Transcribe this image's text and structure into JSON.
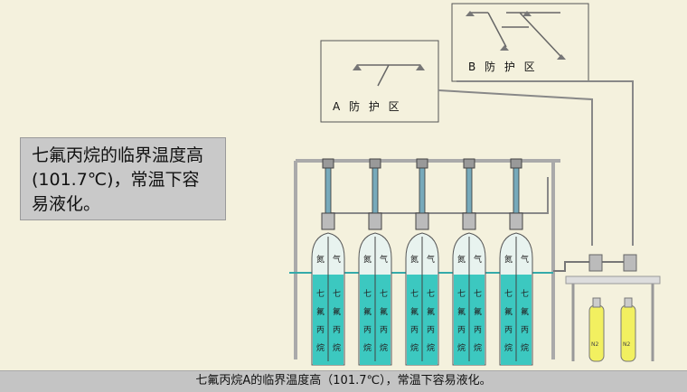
{
  "info_text": "七氟丙烷的临界温度高(101.7℃)，常温下容易液化。",
  "caption_text": "七氟丙烷A的临界温度高（101.7℃），常温下容易液化。",
  "zone_a_label": "A 防 护 区",
  "zone_b_label": "B 防 护 区",
  "cylinder_gas_label": [
    "氮",
    "气"
  ],
  "cylinder_agent_label": [
    "七",
    "氟",
    "丙",
    "烷"
  ],
  "n2_label": "N2",
  "cylinder_count": 5,
  "colors": {
    "background": "#f4f1dd",
    "liquid": "#3cc8c0",
    "gas": "#e8f3ef",
    "pilot_cylinder": "#f2f060",
    "pipe": "#777777"
  }
}
